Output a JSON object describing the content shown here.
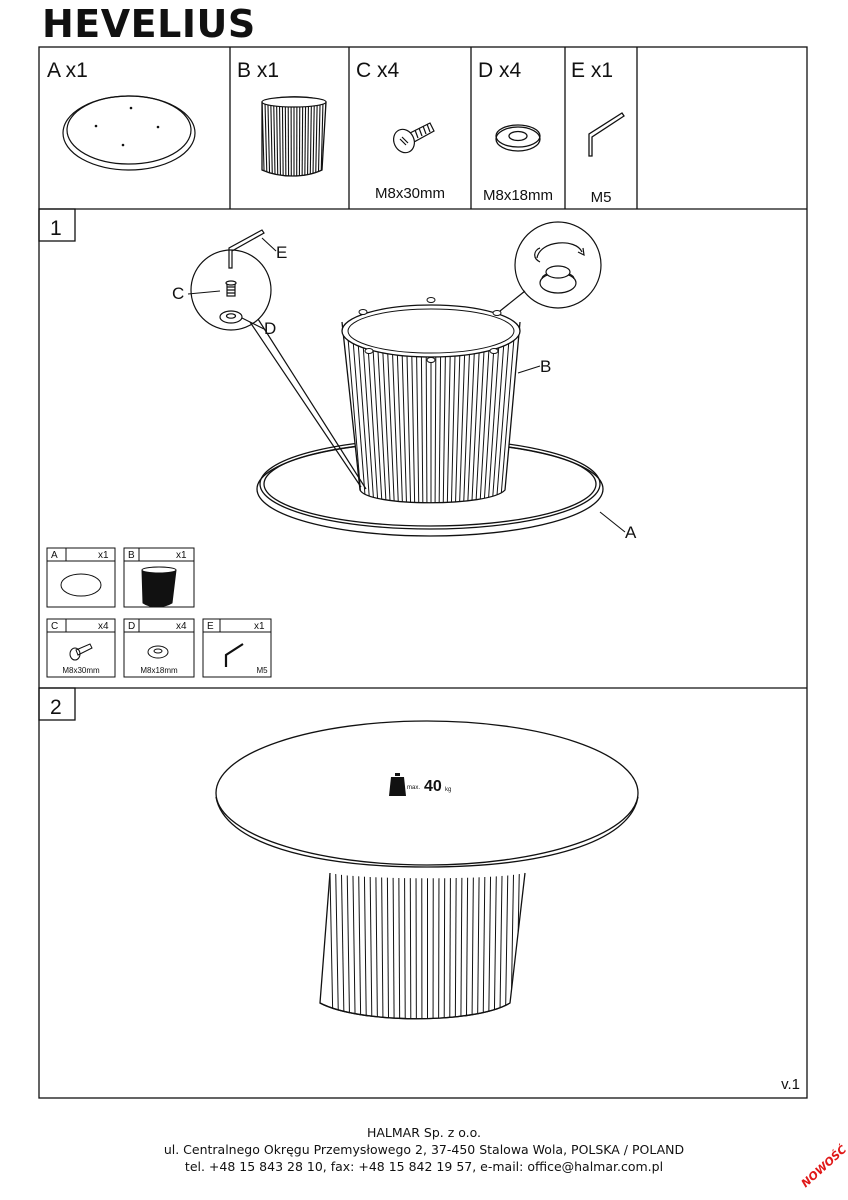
{
  "document": {
    "title": "HEVELIUS",
    "version": "v.1",
    "weight_prefix": "max.",
    "weight_value": "40",
    "weight_unit": "kg"
  },
  "parts": [
    {
      "id": "A",
      "qty": "x1",
      "label": "A x1",
      "spec": ""
    },
    {
      "id": "B",
      "qty": "x1",
      "label": "B x1",
      "spec": ""
    },
    {
      "id": "C",
      "qty": "x4",
      "label": "C x4",
      "spec": "M8x30mm"
    },
    {
      "id": "D",
      "qty": "x4",
      "label": "D x4",
      "spec": "M8x18mm"
    },
    {
      "id": "E",
      "qty": "x1",
      "label": "E x1",
      "spec": "M5"
    }
  ],
  "steps": [
    {
      "number": "1",
      "callouts": {
        "a": "A",
        "b": "B",
        "c": "C",
        "d": "D",
        "e": "E"
      }
    },
    {
      "number": "2"
    }
  ],
  "legend": [
    {
      "letter": "A",
      "qty": "x1",
      "spec": ""
    },
    {
      "letter": "B",
      "qty": "x1",
      "spec": ""
    },
    {
      "letter": "C",
      "qty": "x4",
      "spec": "M8x30mm"
    },
    {
      "letter": "D",
      "qty": "x4",
      "spec": "M8x18mm"
    },
    {
      "letter": "E",
      "qty": "x1",
      "spec": "M5"
    }
  ],
  "footer": {
    "company": "HALMAR Sp. z o.o.",
    "address": "ul. Centralnego Okręgu Przemysłowego 2, 37-450 Stalowa Wola, POLSKA / POLAND",
    "contact": "tel. +48 15 843 28 10, fax: +48 15 842 19 57, e-mail: office@halmar.com.pl",
    "badge": "NOWOŚĆ"
  },
  "colors": {
    "ink": "#111111",
    "badge": "#e01818"
  }
}
